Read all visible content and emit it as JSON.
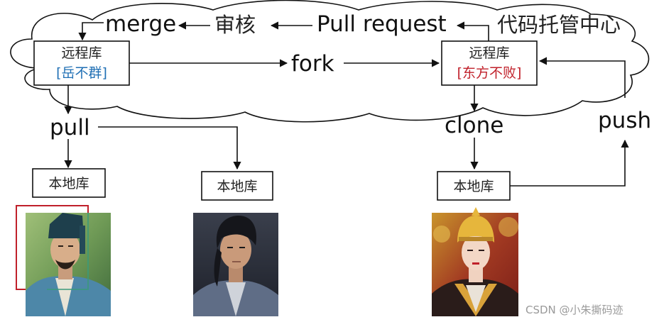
{
  "cloud": {
    "hosting_center_label": "代码托管中心"
  },
  "actions": {
    "merge": "merge",
    "review": "审核",
    "pull_request": "Pull request",
    "fork": "fork",
    "pull": "pull",
    "clone": "clone",
    "push": "push"
  },
  "remote_repos": {
    "left": {
      "title": "远程库",
      "owner": "[岳不群]",
      "owner_color": "#1f6fb4"
    },
    "right": {
      "title": "远程库",
      "owner": "[东方不败]",
      "owner_color": "#c0202a"
    }
  },
  "local_repos": [
    {
      "label": "本地库"
    },
    {
      "label": "本地库"
    },
    {
      "label": "本地库"
    }
  ],
  "photos": [
    {
      "name": "photo-yue-buqun"
    },
    {
      "name": "photo-linghu-chong"
    },
    {
      "name": "photo-dongfang-bubai"
    }
  ],
  "colors": {
    "highlight_frame": "#c0202a"
  },
  "watermark": "CSDN @小朱撕码迹"
}
